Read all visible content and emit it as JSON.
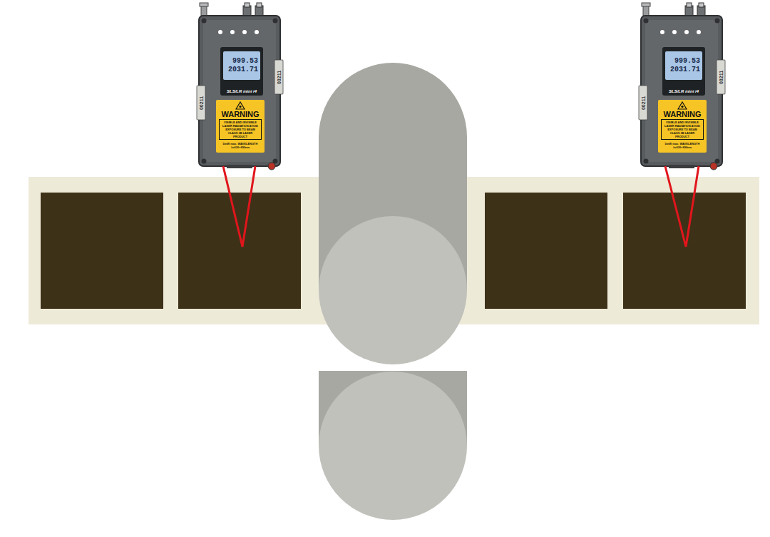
{
  "diagram": {
    "nodes": [
      {
        "text": [
          "999.53",
          "2031.71"
        ]
      },
      {
        "text": [
          "WARNING",
          "VISIBLE AND INVISIBLE LASER RADIATION AVOID EXPOSURE TO BEAM CLASS 3B LASER PRODUCT",
          "5mW max. WAVELENGTH λ=620~690nm"
        ]
      },
      {
        "text": [
          "999.53",
          "2031.71"
        ]
      },
      {
        "text": [
          "WARNING",
          "VISIBLE AND INVISIBLE LASER RADIATION AVOID EXPOSURE TO BEAM CLASS 3B LASER PRODUCT",
          "5mW max. WAVELENGTH λ=620~690nm"
        ]
      }
    ],
    "labels": [
      "SLS/LR mini i4",
      "00211",
      "00211",
      "SLS/LR mini i4",
      "00211",
      "00211"
    ]
  }
}
